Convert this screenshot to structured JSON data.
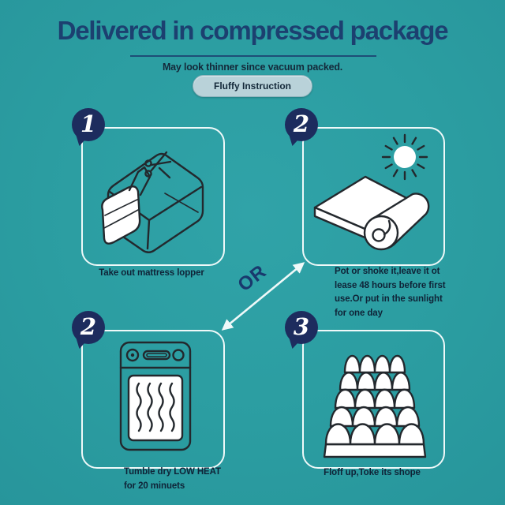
{
  "header": {
    "title": "Delivered in compressed package",
    "subtitle": "May look thinner since vacuum packed.",
    "pill_label": "Fluffy Instruction"
  },
  "connector": {
    "or_label": "OR"
  },
  "steps": [
    {
      "number": "1",
      "caption": "Take out mattress lopper",
      "illustration": "vacuum-packed-topper-with-scissors"
    },
    {
      "number": "2",
      "caption": "Pot or shoke it,leave it ot\nlease 48 hours before first\nuse.Or put in the sunlight\nfor one day",
      "illustration": "unrolling-topper-under-sun"
    },
    {
      "number": "2",
      "caption": "Tumble dry LOW HEAT\nfor 20 minuets",
      "illustration": "tumble-dryer-low-heat"
    },
    {
      "number": "3",
      "caption": "Floff up,Toke its shope",
      "illustration": "fluffed-up-topper"
    }
  ],
  "colors": {
    "background_teal": "#2B9DA1",
    "heading_navy": "#1C4070",
    "badge_navy": "#1D2C5E",
    "body_text": "#0F2337",
    "panel_border": "#EFF9F9",
    "pill_background": "#B9D2D9",
    "pill_border": "#8FB4BD",
    "illustration_line": "#23282D",
    "illustration_fill": "#FFFFFF"
  }
}
